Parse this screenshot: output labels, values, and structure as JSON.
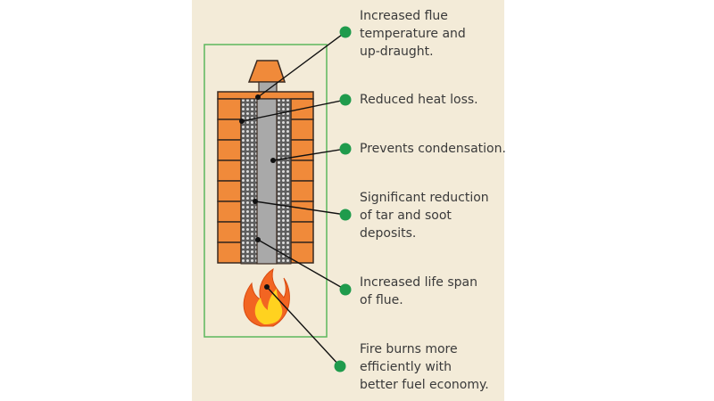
{
  "colors": {
    "panel_bg": "#f3ebd8",
    "brick": "#f08a3a",
    "mortar": "#3a2a20",
    "flue_liner": "#a9a9a9",
    "insulation": "#6a6a6a",
    "callout_dot": "#1f9b4c",
    "frame": "#5cb85c",
    "flame_outer": "#f26522",
    "flame_inner": "#ffd21f"
  },
  "callouts": [
    {
      "text": "Increased flue\ntemperature and\nup-draught."
    },
    {
      "text": "Reduced heat loss."
    },
    {
      "text": "Prevents condensation."
    },
    {
      "text": "Significant reduction\nof tar and soot\ndeposits."
    },
    {
      "text": "Increased life span\nof flue."
    },
    {
      "text": "Fire burns more\nefficiently with\nbetter fuel economy."
    }
  ]
}
